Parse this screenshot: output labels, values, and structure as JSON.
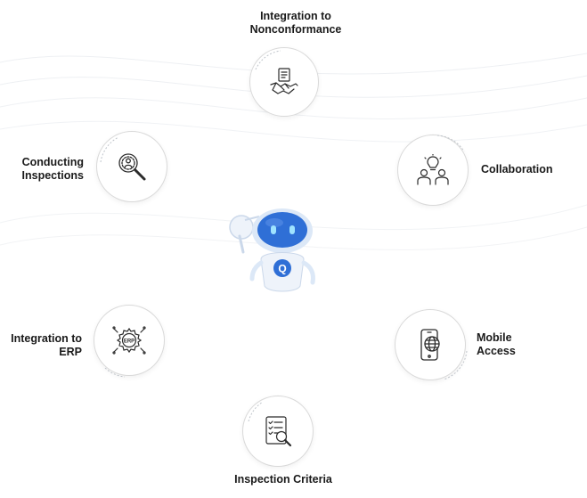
{
  "features": {
    "integration_nc": {
      "line1": "Integration to",
      "line2": "Nonconformance",
      "icon": "handshake-document-icon"
    },
    "conducting": {
      "line1": "Conducting",
      "line2": "Inspections",
      "icon": "magnifier-person-icon"
    },
    "collaboration": {
      "line1": "Collaboration",
      "icon": "team-idea-icon"
    },
    "integration_erp": {
      "line1": "Integration to",
      "line2": "ERP",
      "icon": "erp-gear-icon",
      "badge": "ERP"
    },
    "mobile": {
      "line1": "Mobile",
      "line2": "Access",
      "icon": "mobile-globe-icon"
    },
    "criteria": {
      "line1": "Inspection Criteria",
      "icon": "checklist-magnifier-icon"
    }
  },
  "mascot": {
    "icon": "robot-mascot-icon",
    "badge": "Q"
  },
  "colors": {
    "label": "#1a1a1a",
    "circle_border": "#d9d9d9",
    "icon_stroke": "#2b2b2b",
    "robot_blue": "#2f6fd6",
    "robot_light": "#dce8f7"
  }
}
